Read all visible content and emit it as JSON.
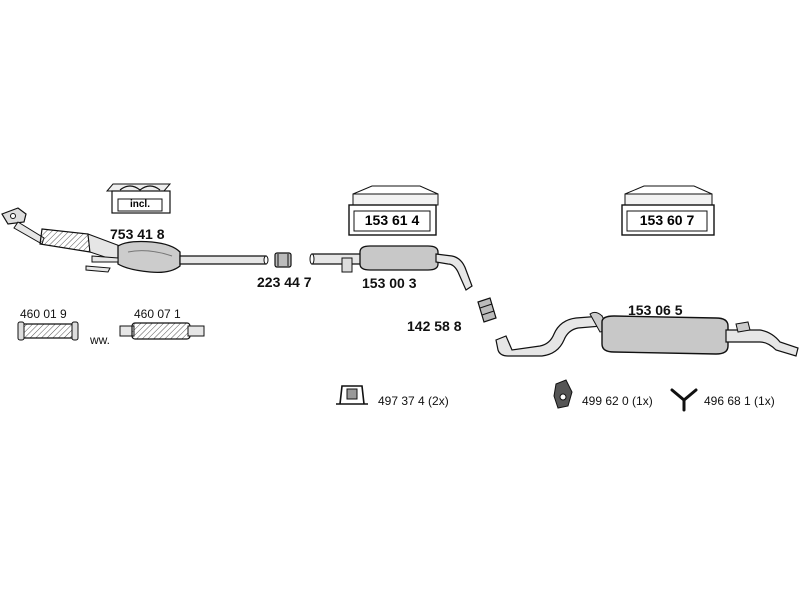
{
  "parts": {
    "p753418": "753 41 8",
    "incl": "incl.",
    "p223447": "223 44 7",
    "p153614": "153 61 4",
    "p153003": "153 00 3",
    "p153607": "153 60 7",
    "p142588": "142 58 8",
    "p153065": "153 06 5",
    "p460019": "460 01 9",
    "ww": "ww.",
    "p460071": "460 07 1",
    "p497374": "497 37 4 (2x)",
    "p499620": "499 62 0 (1x)",
    "p496681": "496 68 1 (1x)"
  },
  "icons": [
    "front-pipe-catalyst-icon",
    "clamp-icon",
    "middle-silencer-icon",
    "connector-icon",
    "rear-silencer-icon",
    "flex-pipe-icon",
    "bracket-icon",
    "rubber-mount-icon",
    "y-hanger-icon",
    "kit-box-icon"
  ],
  "colors": {
    "line": "#111111",
    "fill": "#bfbfbf",
    "light": "#e8e8e8"
  }
}
